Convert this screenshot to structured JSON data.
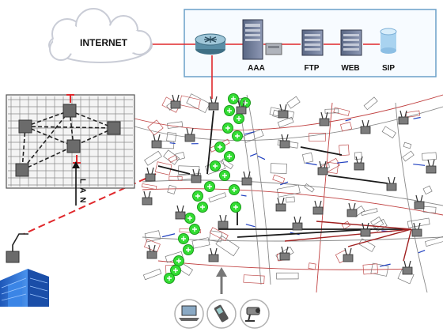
{
  "labels": {
    "internet": "INTERNET",
    "aaa": "AAA",
    "ftp": "FTP",
    "web": "WEB",
    "sip": "SIP",
    "lan": "LAN"
  },
  "colors": {
    "link_red": "#e0282c",
    "server_box_border": "#6aa0c8",
    "server_box_fill": "#f7fbff",
    "mesh_node_green": "#33dd33",
    "street_red": "#c04040",
    "street_dark": "#222222",
    "building_blue": "#2a6fd6",
    "switch_gray": "#6b6b6b"
  },
  "icons": {
    "cloud": "internet-cloud-icon",
    "router": "router-icon",
    "aaa_server": "aaa-server-icon",
    "ftp_server": "ftp-server-icon",
    "web_server": "web-server-icon",
    "sip_server": "sip-cylinder-icon",
    "access_point": "wireless-access-point-icon",
    "mesh_node": "mesh-node-icon",
    "building": "office-building-icon",
    "laptop": "laptop-client-icon",
    "phone": "mobile-phone-client-icon",
    "camera": "camera-client-icon"
  }
}
